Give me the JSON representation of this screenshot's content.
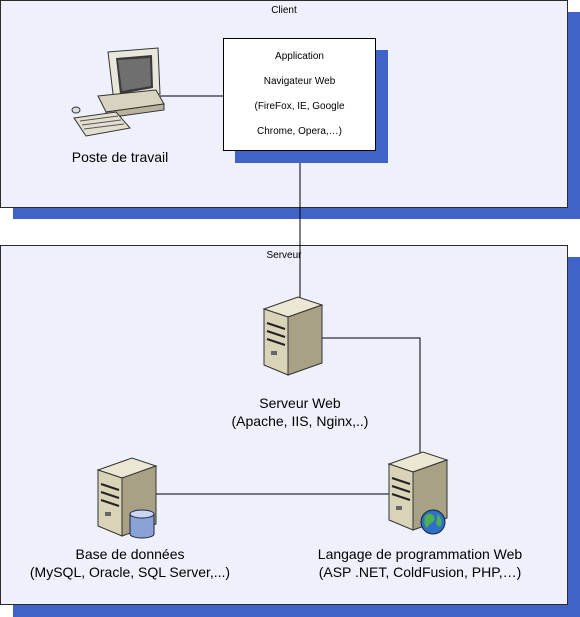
{
  "client_zone": {
    "title": "Client",
    "app_box": {
      "lines": [
        "Application",
        "Navigateur Web",
        "(FireFox, IE, Google",
        "Chrome, Opera,…)"
      ]
    },
    "workstation": {
      "label": "Poste de travail",
      "icon": "desktop-computer-icon"
    }
  },
  "server_zone": {
    "title": "Serveur",
    "web_server": {
      "line1": "Serveur Web",
      "line2": "(Apache, IIS, Nginx,..)",
      "icon": "server-tower-icon"
    },
    "database": {
      "line1": "Base de données",
      "line2": "(MySQL, Oracle, SQL Server,...)",
      "icon": "database-server-icon"
    },
    "language": {
      "line1": "Langage de programmation Web",
      "line2": "(ASP .NET, ColdFusion, PHP,…)",
      "icon": "web-language-server-icon"
    }
  },
  "colors": {
    "zone_fill": "#eef0fb",
    "shadow": "#3f63c9",
    "server_body": "#d9d3b8"
  }
}
